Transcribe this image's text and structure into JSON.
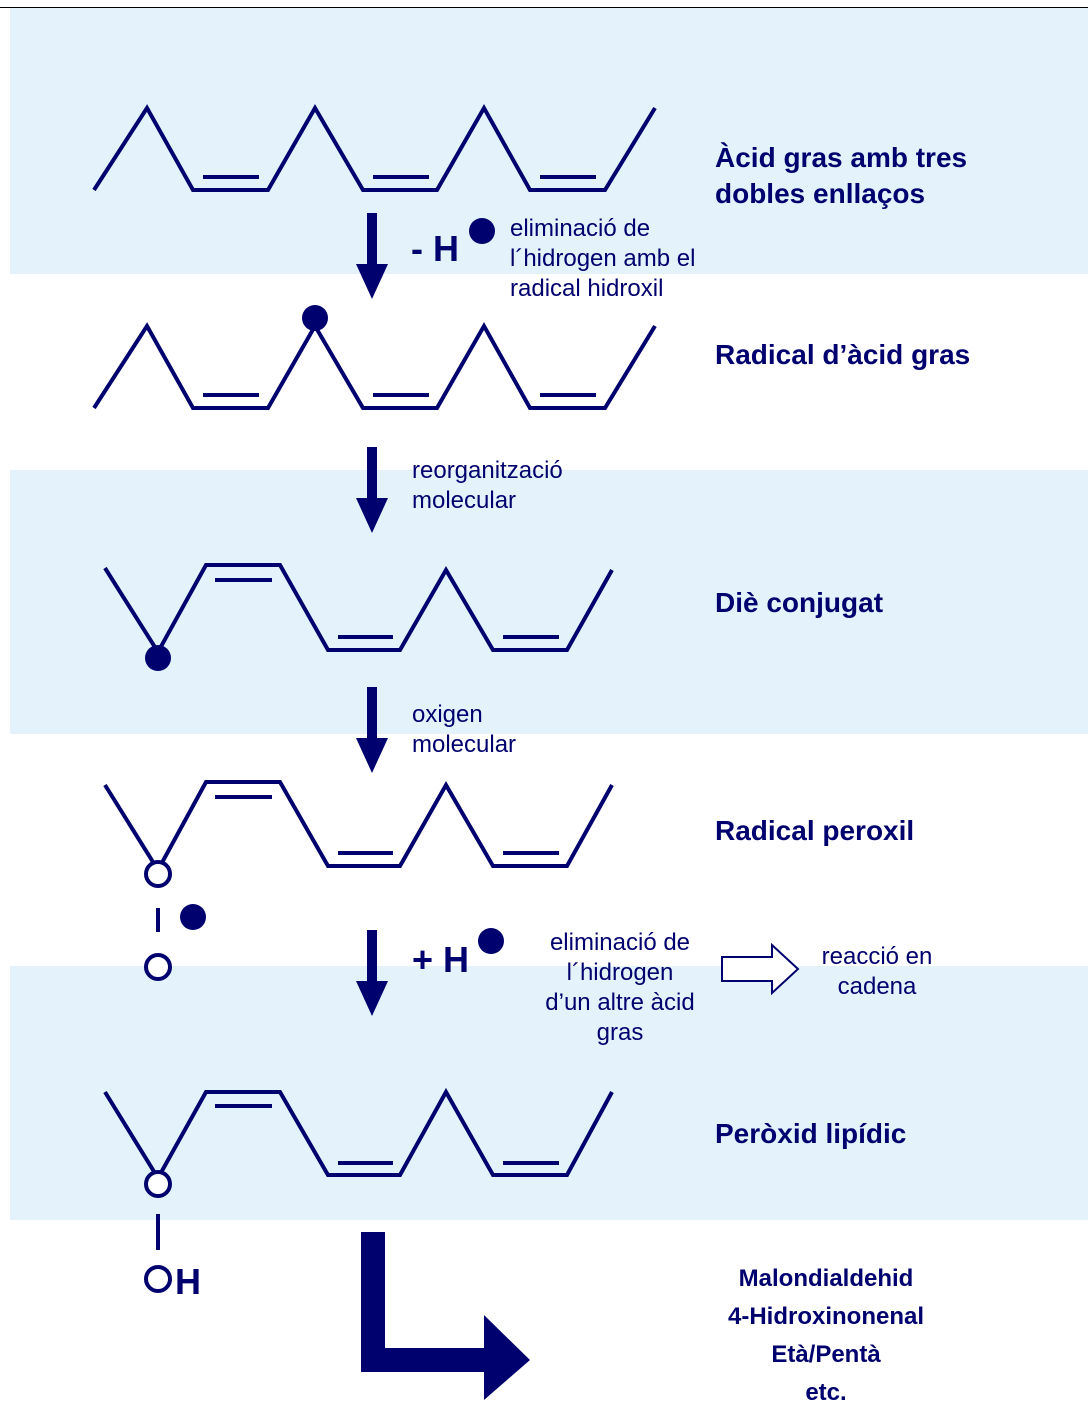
{
  "steps": [
    {
      "label_line1": "Àcid gras amb tres",
      "label_line2": "dobles enllaços"
    },
    {
      "label": "Radical d’àcid gras"
    },
    {
      "label": "Diè conjugat"
    },
    {
      "label": "Radical peroxil"
    },
    {
      "label": "Peròxid lipídic"
    }
  ],
  "transitions": {
    "t1": {
      "symbol": "- H",
      "note_line1": "eliminació de",
      "note_line2": "l´hidrogen amb el",
      "note_line3": "radical hidroxil"
    },
    "t2": {
      "note_line1": "reorganització",
      "note_line2": "molecular"
    },
    "t3": {
      "note_line1": "oxigen",
      "note_line2": "molecular"
    },
    "t4": {
      "symbol": "+ H",
      "note_line1": "eliminació de",
      "note_line2": "l´hidrogen",
      "note_line3": "d’un altre àcid",
      "note_line4": "gras",
      "side_line1": "reacció en",
      "side_line2": "cadena"
    }
  },
  "oh_h": "H",
  "products": [
    "Malondialdehid",
    "4-Hidroxinonenal",
    "Età/Pentà",
    "etc."
  ],
  "colors": {
    "navy": "#00006e",
    "band": "#e4f3fb"
  }
}
